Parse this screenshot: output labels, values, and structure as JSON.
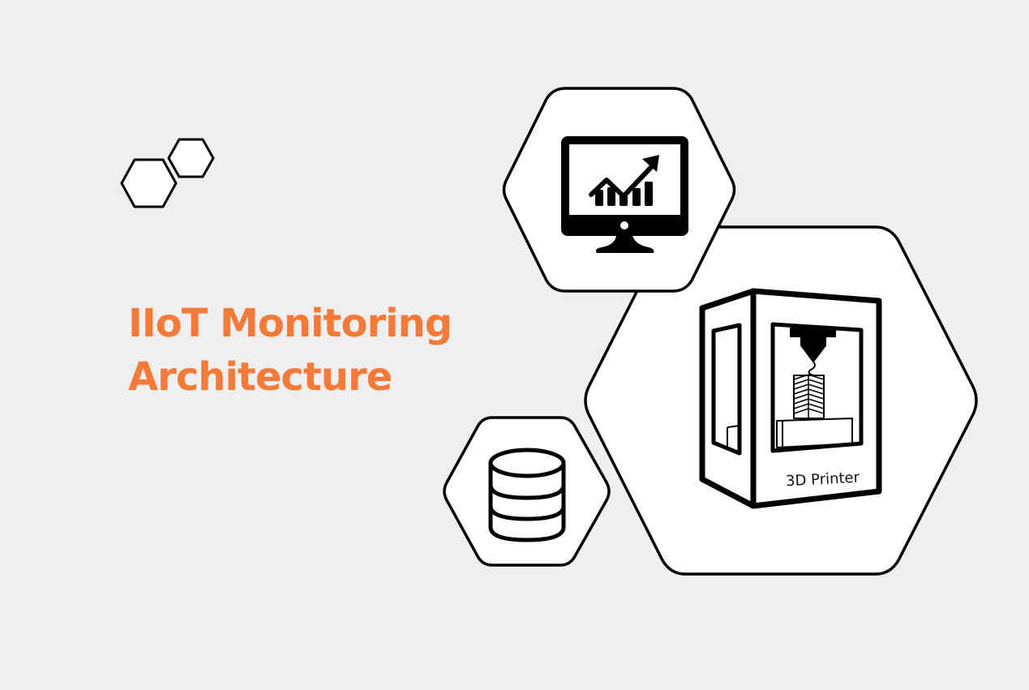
{
  "title": {
    "line1": "IIoT Monitoring",
    "line2": "Architecture"
  },
  "colors": {
    "background": "#efefef",
    "accent": "#f47a3a",
    "stroke": "#000000",
    "hex_fill": "#ffffff"
  },
  "nodes": [
    {
      "id": "dashboard",
      "icon": "monitor-chart-icon"
    },
    {
      "id": "printer",
      "icon": "3d-printer-icon",
      "label": "3D Printer"
    },
    {
      "id": "database",
      "icon": "database-icon"
    }
  ],
  "decoration": {
    "icon": "hexagon-pair-icon"
  },
  "printer_label": "3D Printer"
}
